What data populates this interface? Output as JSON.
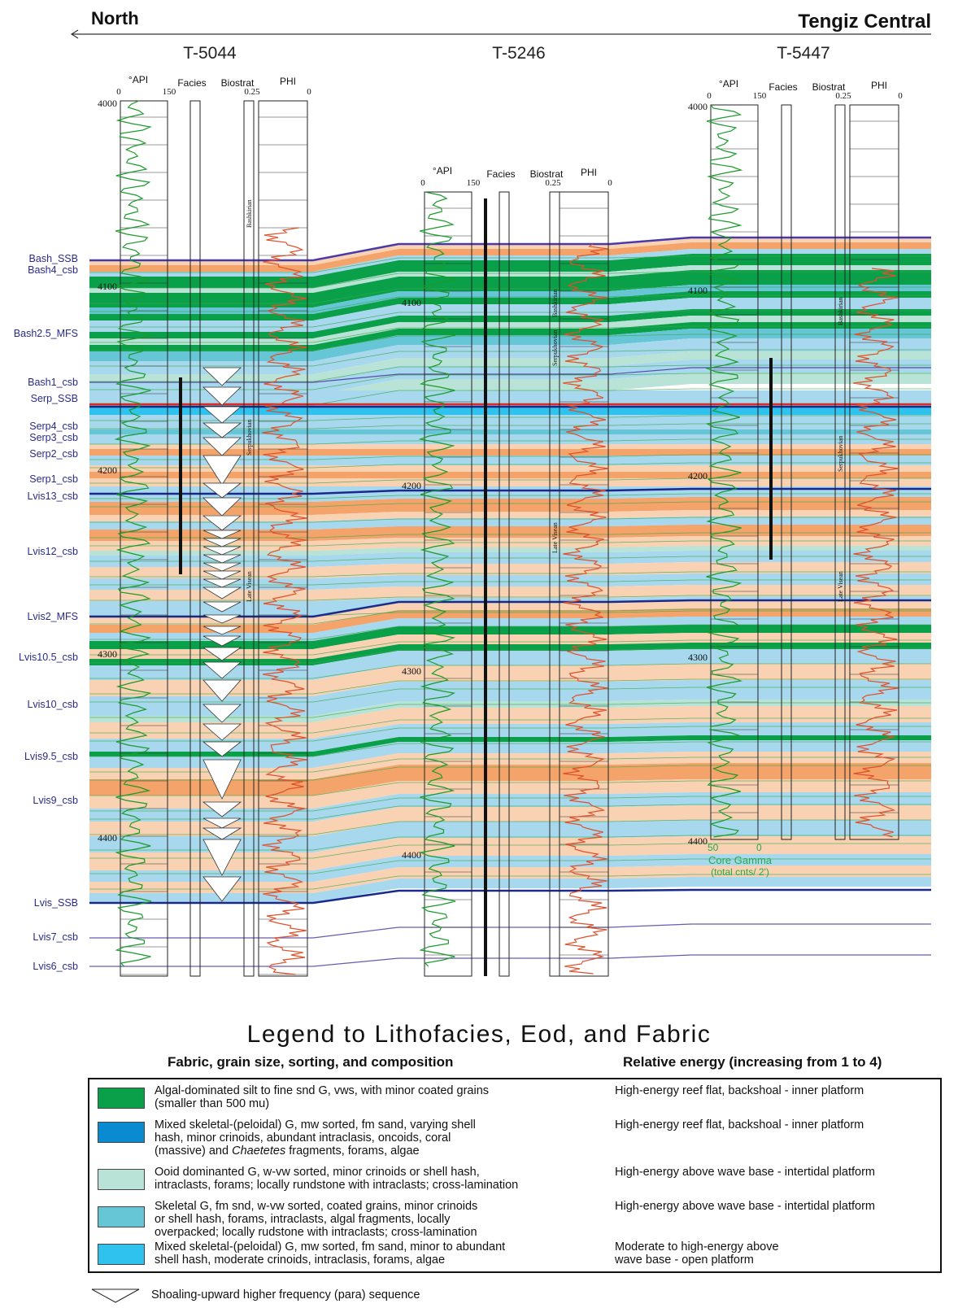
{
  "header": {
    "left_label": "North",
    "right_label": "Tengiz Central"
  },
  "wells": [
    {
      "name": "T-5044",
      "api_label": "°API",
      "api_min": "0",
      "api_max": "150",
      "facies_label": "Facies",
      "biostrat_label": "Biostrat",
      "phi_label": "PHI",
      "phi_left": "0.25",
      "phi_right": "0",
      "depth_labels": [
        "4000",
        "4100",
        "4200",
        "4300",
        "4400"
      ],
      "biostrat_zones": [
        "Bashkirian",
        "Serpukhovian",
        "Late Visean"
      ]
    },
    {
      "name": "T-5246",
      "api_label": "°API",
      "api_min": "0",
      "api_max": "150",
      "facies_label": "Facies",
      "biostrat_label": "Biostrat",
      "phi_label": "PHI",
      "phi_left": "0.25",
      "phi_right": "0",
      "depth_labels": [
        "4100",
        "4200",
        "4300",
        "4400"
      ],
      "biostrat_zones": [
        "Bashkirian",
        "Serpukhovian",
        "Late Visean"
      ]
    },
    {
      "name": "T-5447",
      "api_label": "°API",
      "api_min": "0",
      "api_max": "150",
      "facies_label": "Facies",
      "biostrat_label": "Biostrat",
      "phi_label": "PHI",
      "phi_left": "0.25",
      "phi_right": "0",
      "depth_labels": [
        "4000",
        "4100",
        "4200",
        "4300",
        "4400"
      ],
      "biostrat_zones": [
        "Bashkirian",
        "Serpukhovian",
        "Late Visean"
      ],
      "core_gamma_min": "50",
      "core_gamma_max": "0",
      "core_gamma_label_1": "Core Gamma",
      "core_gamma_label_2": "(total cnts/ 2')"
    }
  ],
  "horizons": [
    "Bash_SSB",
    "Bash4_csb",
    "Bash2.5_MFS",
    "Bash1_csb",
    "Serp_SSB",
    "Serp4_csb",
    "Serp3_csb",
    "Serp2_csb",
    "Serp1_csb",
    "Lvis13_csb",
    "Lvis12_csb",
    "Lvis2_MFS",
    "Lvis10.5_csb",
    "Lvis10_csb",
    "Lvis9.5_csb",
    "Lvis9_csb",
    "Lvis_SSB",
    "Lvis7_csb",
    "Lvis6_csb"
  ],
  "legend": {
    "title": "Legend to Lithofacies, Eod, and Fabric",
    "col1_header": "Fabric, grain size, sorting, and composition",
    "col2_header": "Relative energy (increasing from 1 to 4)",
    "rows": [
      {
        "color": "#0aa04a",
        "line1": "Algal-dominated silt to fine snd G, vws, with minor coated grains",
        "line2": "(smaller than 500 mu)",
        "line3": "",
        "line4_pre": "",
        "line4_it": "",
        "line4_post": "",
        "energy1": "High-energy reef flat, backshoal - inner platform",
        "energy2": ""
      },
      {
        "color": "#0a8ad0",
        "line1": "Mixed skeletal-(peloidal) G, mw sorted, fm sand, varying shell",
        "line2": "hash, minor crinoids, abundant intraclasis, oncoids, coral",
        "line3": "",
        "line4_pre": "(massive) and ",
        "line4_it": "Chaetetes",
        "line4_post": " fragments, forams, algae",
        "energy1": "High-energy reef flat, backshoal - inner platform",
        "energy2": ""
      },
      {
        "color": "#b8e3d6",
        "line1": "Ooid dominanted G, w-vw sorted, minor crinoids or shell hash,",
        "line2": "intraclasts, forams; locally rundstone with intraclasts; cross-lamination",
        "line3": "",
        "line4_pre": "",
        "line4_it": "",
        "line4_post": "",
        "energy1": "High-energy above wave base - intertidal platform",
        "energy2": ""
      },
      {
        "color": "#66c6d6",
        "line1": "Skeletal G, fm snd, w-vw sorted, coated grains, minor crinoids",
        "line2": "or shell hash, forams, intraclasts, algal fragments, locally",
        "line3": "overpacked; locally rudstone with intraclasts; cross-lamination",
        "line4_pre": "",
        "line4_it": "",
        "line4_post": "",
        "energy1": "High-energy above wave base - intertidal platform",
        "energy2": ""
      },
      {
        "color": "#2fc2ee",
        "line1": "Mixed skeletal-(peloidal) G, mw sorted, fm sand, minor to abundant",
        "line2": "shell hash, moderate crinoids, intraclasis, forams, algae",
        "line3": "",
        "line4_pre": "",
        "line4_it": "",
        "line4_post": "",
        "energy1": "Moderate to high-energy above",
        "energy2": "wave base - open platform"
      }
    ],
    "footnote": "Shoaling-upward higher frequency (para) sequence"
  },
  "colors": {
    "orange": "#f4a46a",
    "peach": "#f9d2b4",
    "light_blue": "#a7d8ee",
    "cyan_blue": "#2fc2ee",
    "green": "#0aa04a",
    "pale_green": "#b8e3d6",
    "teal": "#66c6d6",
    "dark_blue": "#1a2a8c",
    "red": "#e02a20",
    "gr_curve": "#1a9a2a",
    "phi_curve": "#e0502a"
  }
}
